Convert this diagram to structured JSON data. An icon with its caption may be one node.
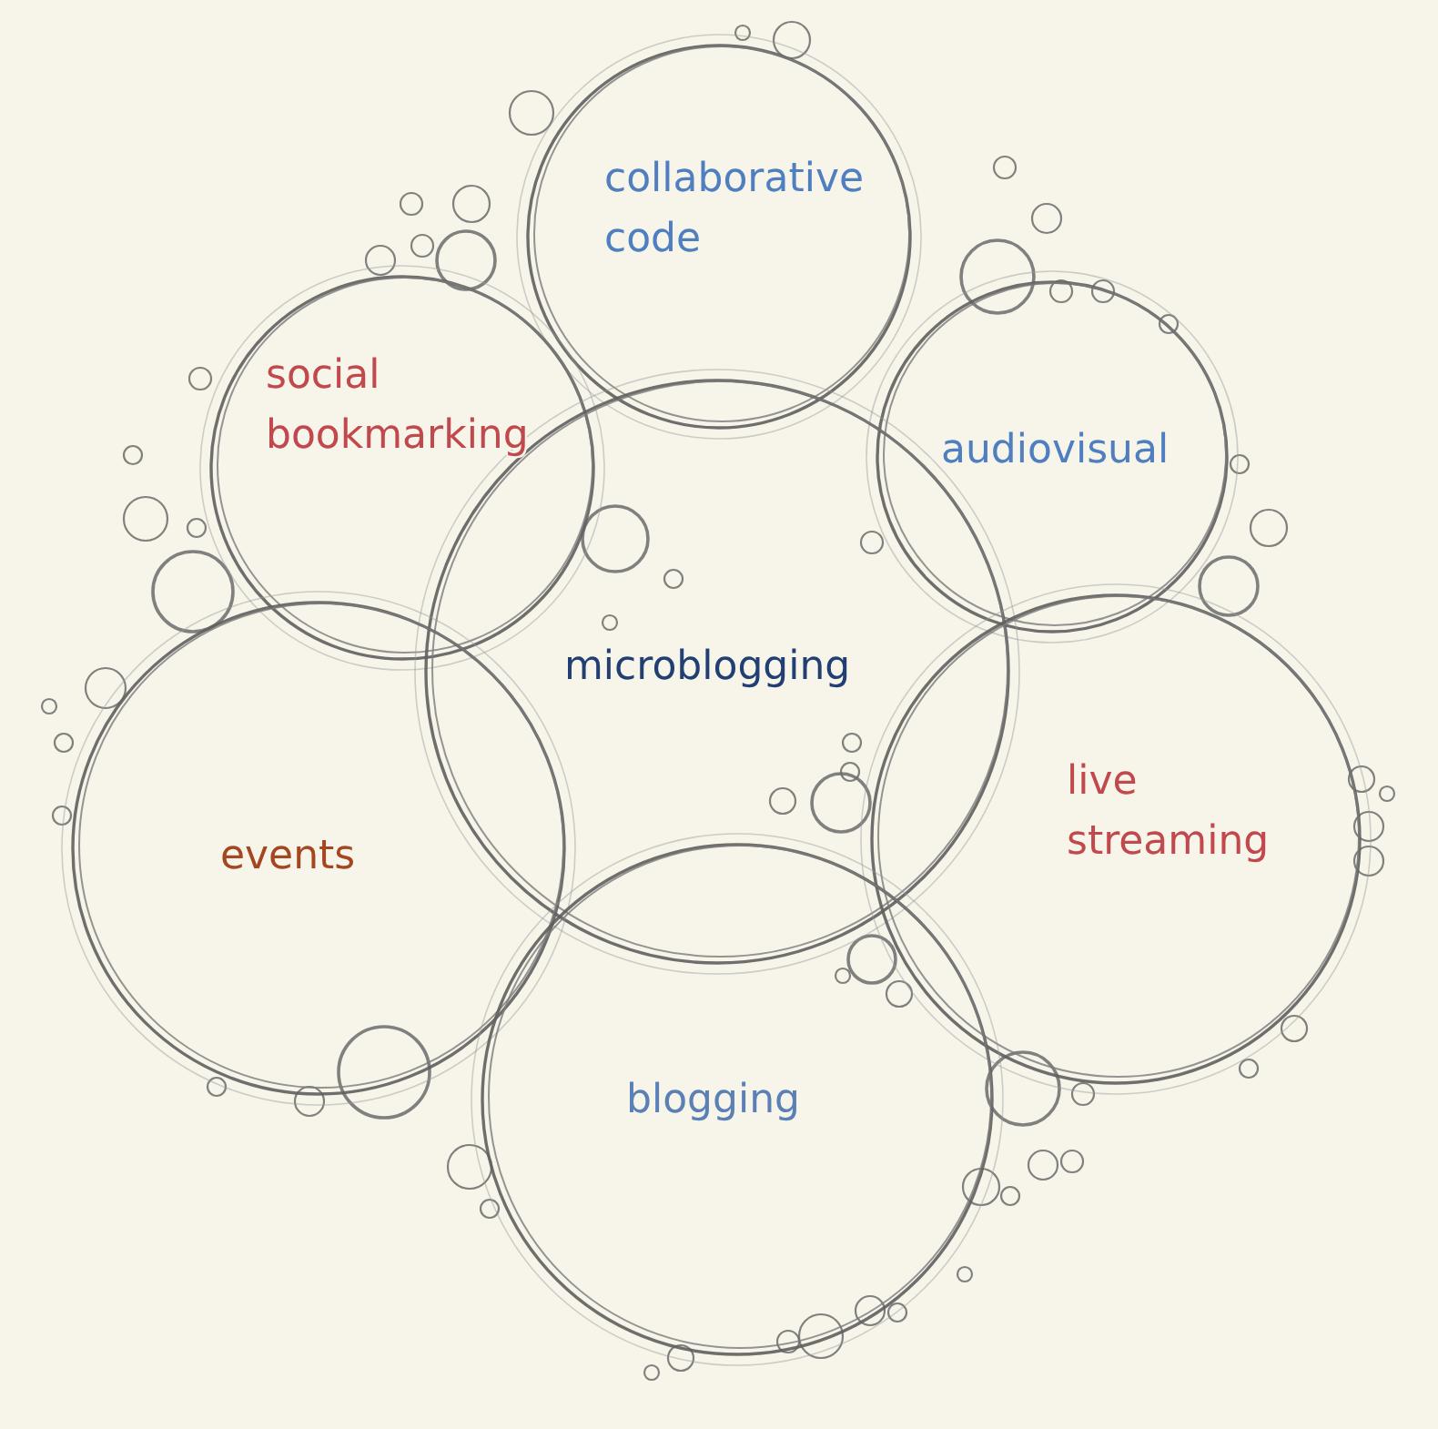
{
  "diagram": {
    "nodes": [
      {
        "text": [
          "collaborative code"
        ]
      },
      {
        "text": [
          "social bookmarking"
        ]
      },
      {
        "text": [
          "audiovisual"
        ]
      },
      {
        "text": [
          "microblogging"
        ]
      },
      {
        "text": [
          "live streaming"
        ]
      },
      {
        "text": [
          "events"
        ]
      },
      {
        "text": [
          "blogging"
        ]
      }
    ]
  }
}
